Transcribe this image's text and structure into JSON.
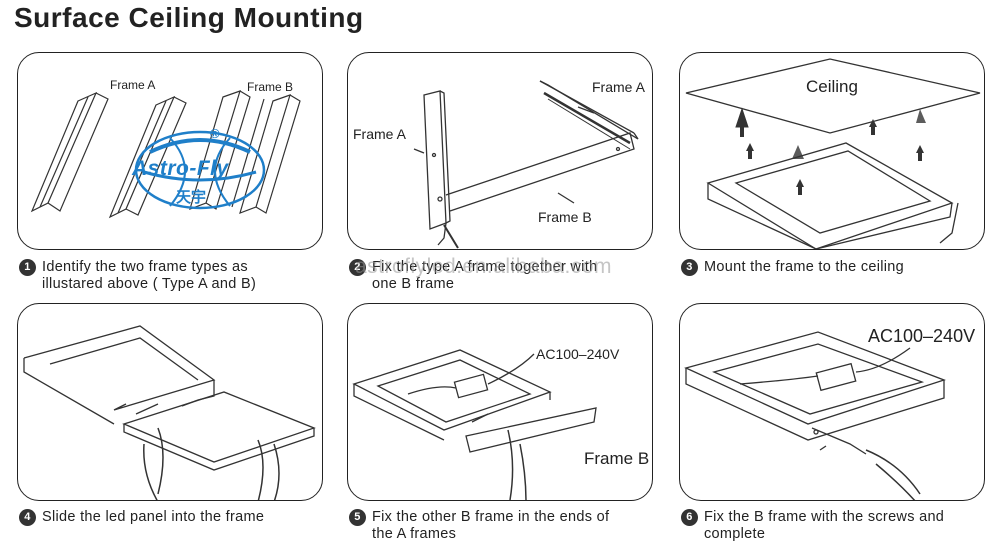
{
  "title": "Surface Ceiling Mounting",
  "logo": {
    "brand": "Astro-Fly",
    "chinese": "天宇",
    "registered": "®"
  },
  "watermark": "astroflyled.en.alibaba.com",
  "steps": [
    {
      "number": "1",
      "lines": [
        "Identify the two frame types as",
        "illustared above ( Type A and B)"
      ],
      "labels": [
        "Frame A",
        "Frame B"
      ]
    },
    {
      "number": "2",
      "lines": [
        "Fix the type A  frame together with",
        "one B frame"
      ],
      "labels": [
        "Frame A",
        "Frame A",
        "Frame B"
      ]
    },
    {
      "number": "3",
      "lines": [
        "Mount the frame to the ceiling"
      ],
      "labels": [
        "Ceiling"
      ]
    },
    {
      "number": "4",
      "lines": [
        "Slide the led panel into the frame"
      ],
      "labels": []
    },
    {
      "number": "5",
      "lines": [
        "Fix the other B frame in the ends of",
        "the A frames"
      ],
      "labels": [
        "AC100–240V",
        "Frame B"
      ]
    },
    {
      "number": "6",
      "lines": [
        "Fix the B frame with the screws and",
        "complete"
      ],
      "labels": [
        "AC100–240V"
      ]
    }
  ],
  "colors": {
    "ink": "#222222",
    "logo_blue": "#1f7fc9"
  }
}
